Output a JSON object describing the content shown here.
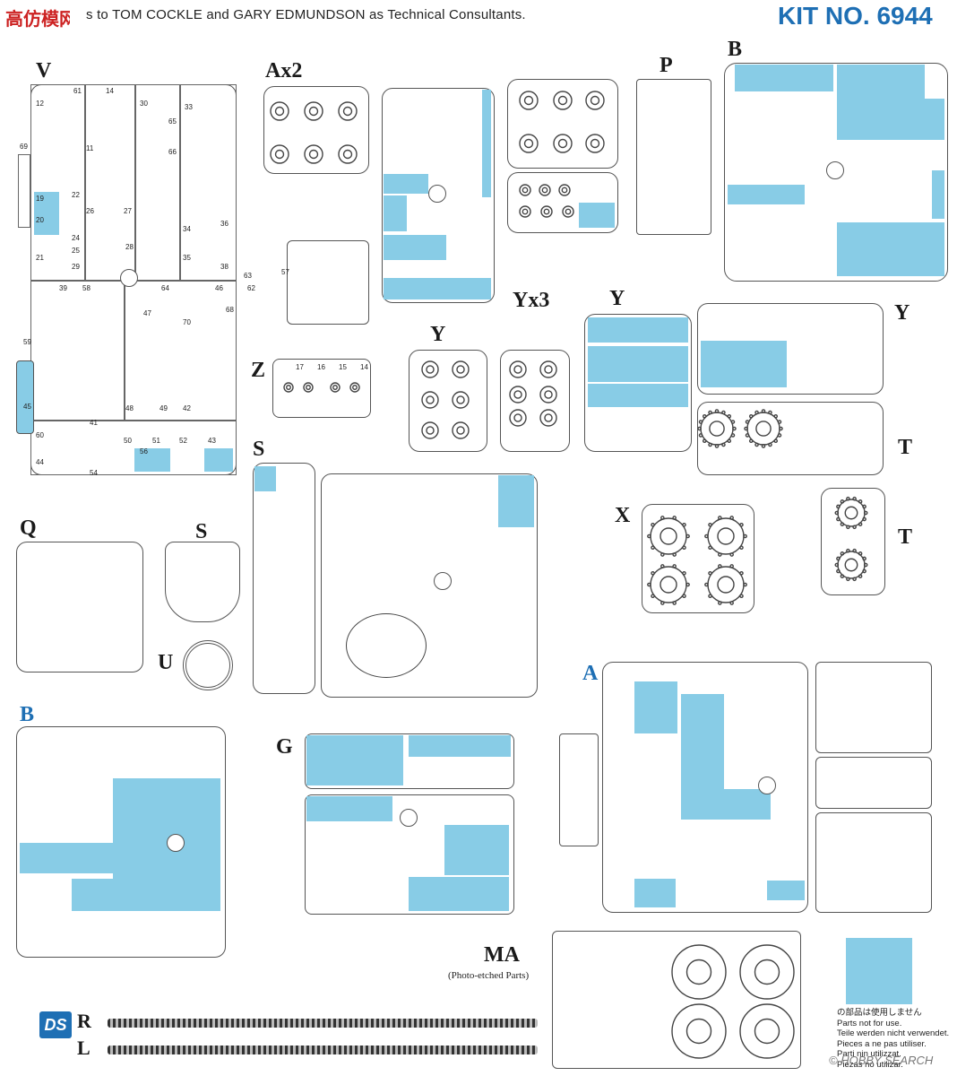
{
  "header": {
    "logo_text": "高仿模网",
    "thanks": "s to TOM COCKLE and GARY EDMUNDSON as Technical Consultants.",
    "kit_number": "KIT NO. 6944"
  },
  "sprue_labels": {
    "V": "V",
    "Ax2": "Ax2",
    "P": "P",
    "B_top": "B",
    "Z": "Z",
    "Y1": "Y",
    "Yx3": "Yx3",
    "Y2": "Y",
    "Y3": "Y",
    "T1": "T",
    "T2": "T",
    "S1": "S",
    "S2": "S",
    "Q": "Q",
    "U": "U",
    "X": "X",
    "A": "A",
    "B_bottom": "B",
    "G": "G",
    "MA": "MA",
    "MA_sub": "(Photo-etched Parts)",
    "R": "R",
    "L": "L"
  },
  "legend": {
    "color": "#88cce6",
    "lines": [
      "の部品は使用しません",
      "Parts not for use.",
      "Teile werden nicht verwendet.",
      "Pieces a ne pas utiliser.",
      "Parti nin utilizzat.",
      "Piezas no utilizar."
    ]
  },
  "watermark": "© HOBBY SEARCH",
  "ds_logo": "DS",
  "part_numbers": {
    "v": [
      "12",
      "61",
      "14",
      "30",
      "65",
      "33",
      "69",
      "11",
      "66",
      "19",
      "22",
      "20",
      "26",
      "27",
      "36",
      "21",
      "24",
      "34",
      "25",
      "28",
      "29",
      "35",
      "38",
      "39",
      "58",
      "64",
      "46",
      "47",
      "68",
      "59",
      "70",
      "45",
      "41",
      "48",
      "49",
      "42",
      "60",
      "50",
      "51",
      "52",
      "43",
      "44",
      "54",
      "56"
    ],
    "z": [
      "17",
      "16",
      "15",
      "14"
    ],
    "ax2_bottom": [
      "63",
      "62",
      "57"
    ]
  }
}
